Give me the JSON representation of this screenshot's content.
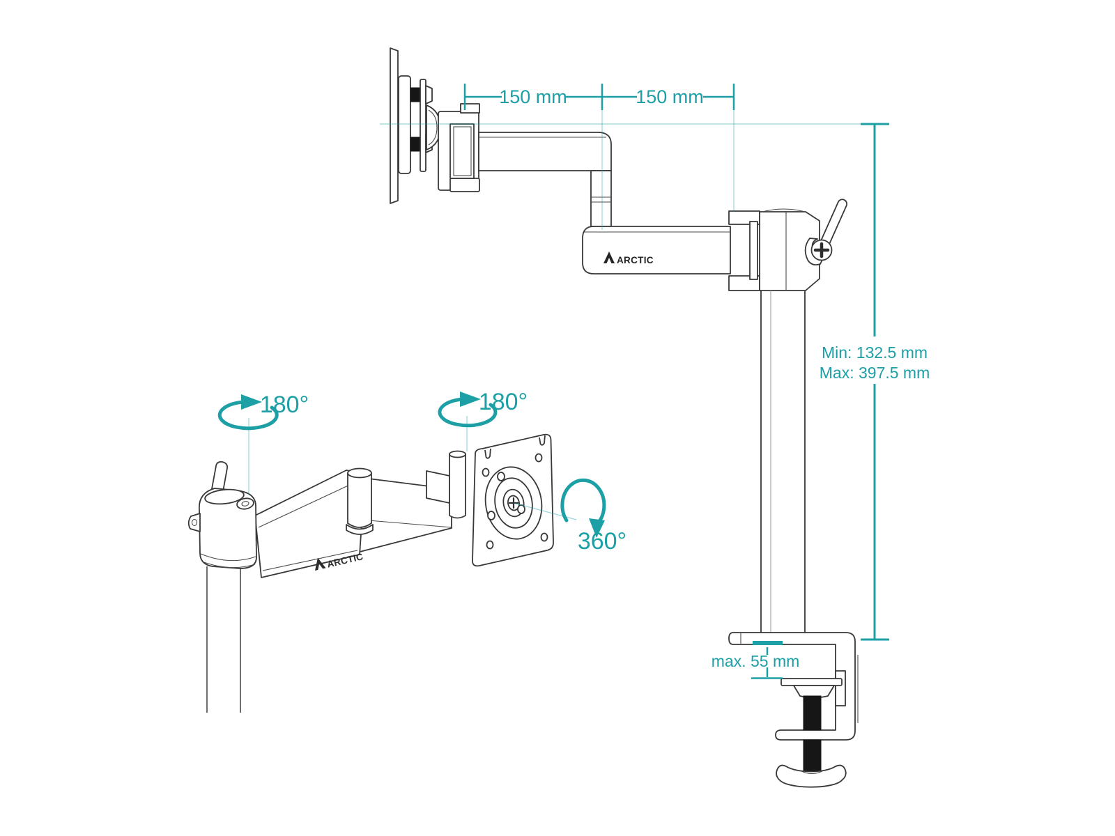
{
  "diagram": {
    "brand": "ARCTIC",
    "description": "Monitor arm dimensional line drawing",
    "colors": {
      "accent_teal": "#1d9fa6",
      "line": "#383838",
      "background": "#ffffff"
    },
    "dimensions": {
      "arm_segment_1": "150 mm",
      "arm_segment_2": "150 mm",
      "pole_height_min": "Min: 132.5 mm",
      "pole_height_max": "Max: 397.5 mm",
      "desk_thickness": "max. 55 mm"
    },
    "rotations": {
      "base_swivel": "180°",
      "vesa_swivel": "180°",
      "vesa_rotation": "360°"
    },
    "logos": {
      "side_view": "ARCTIC",
      "perspective_view": "ARCTIC"
    }
  }
}
